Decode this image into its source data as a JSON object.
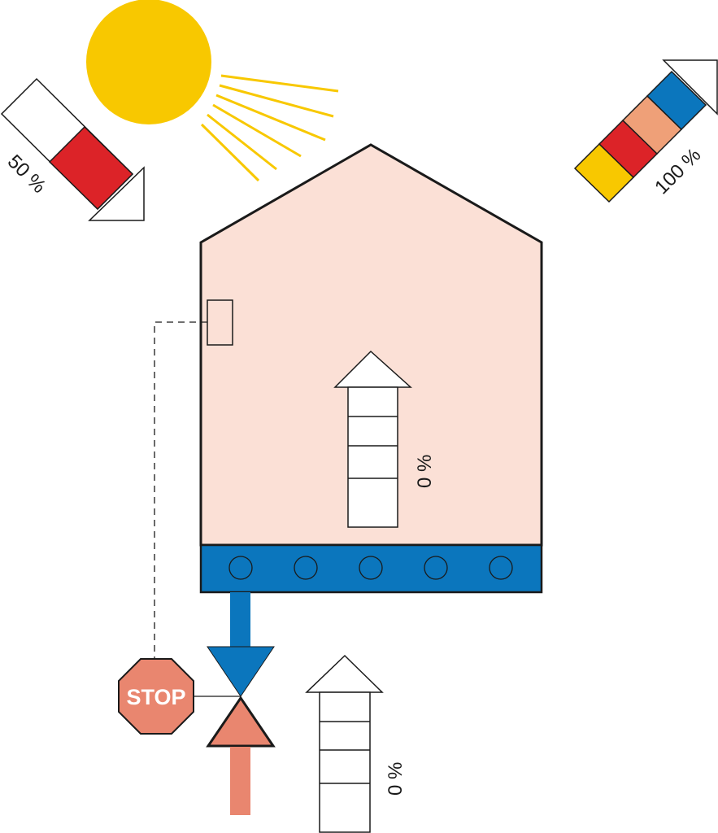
{
  "labels": {
    "outflow_percent": "50 %",
    "inflow_percent": "100 %",
    "house_percent": "0 %",
    "ground_percent": "0 %",
    "stop_sign": "STOP"
  },
  "colors": {
    "sun": "#f8c800",
    "house": "#fbe0d6",
    "blue": "#0b76bd",
    "red": "#dc2328",
    "salmon": "#e9866f",
    "peach": "#efa078",
    "outline": "#1a1a1a"
  }
}
